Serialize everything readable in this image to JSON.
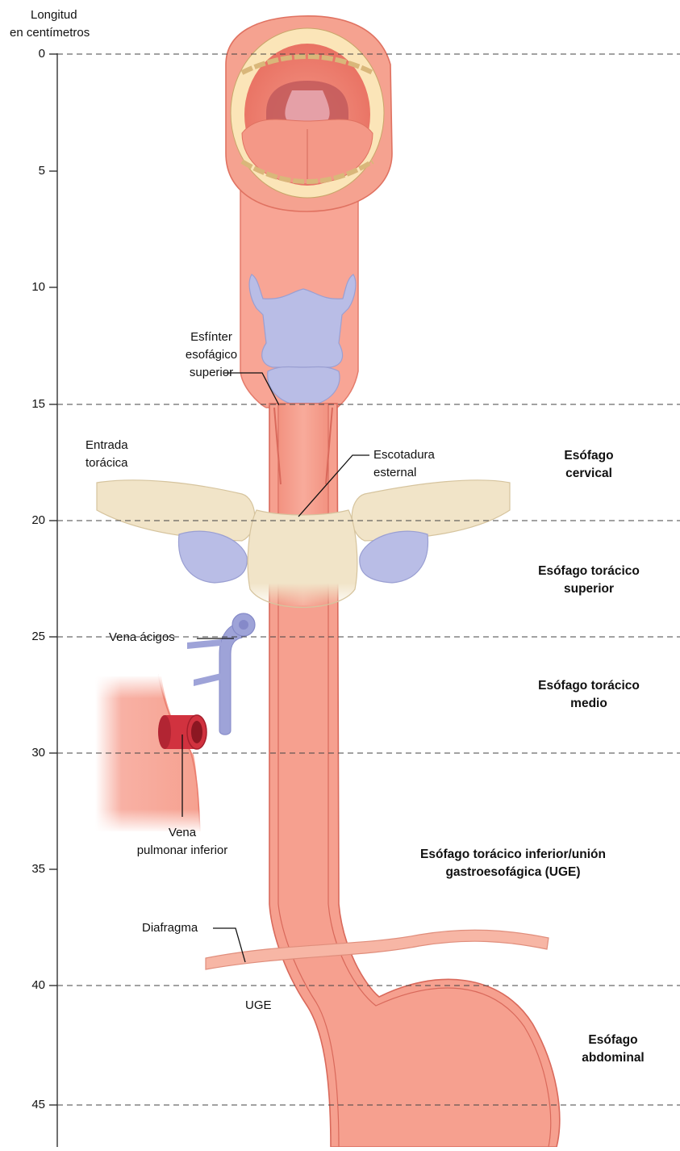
{
  "axis": {
    "title_line1": "Longitud",
    "title_line2": "en centímetros",
    "ticks": [
      "0",
      "5",
      "10",
      "15",
      "20",
      "25",
      "30",
      "35",
      "40",
      "45"
    ]
  },
  "labels": {
    "ues_1": "Esfínter",
    "ues_2": "esofágico",
    "ues_3": "superior",
    "thoracic_inlet_1": "Entrada",
    "thoracic_inlet_2": "torácica",
    "sternal_notch_1": "Escotadura",
    "sternal_notch_2": "esternal",
    "azygos": "Vena ácigos",
    "pulm_vein_1": "Vena",
    "pulm_vein_2": "pulmonar inferior",
    "diaphragm": "Diafragma",
    "gej": "UGE"
  },
  "regions": {
    "cervical_1": "Esófago",
    "cervical_2": "cervical",
    "upper_thoracic_1": "Esófago torácico",
    "upper_thoracic_2": "superior",
    "mid_thoracic_1": "Esófago torácico",
    "mid_thoracic_2": "medio",
    "lower_thoracic_1": "Esófago torácico inferior/unión",
    "lower_thoracic_2": "gastroesofágica (UGE)",
    "abdominal_1": "Esófago",
    "abdominal_2": "abdominal"
  },
  "colors": {
    "tissue": "#f6a08f",
    "tissue_dark": "#d9695b",
    "cartilage": "#b9bde6",
    "bone": "#f1e4c8",
    "vein_blue": "#9ea3d8",
    "vein_red": "#d1323f"
  }
}
